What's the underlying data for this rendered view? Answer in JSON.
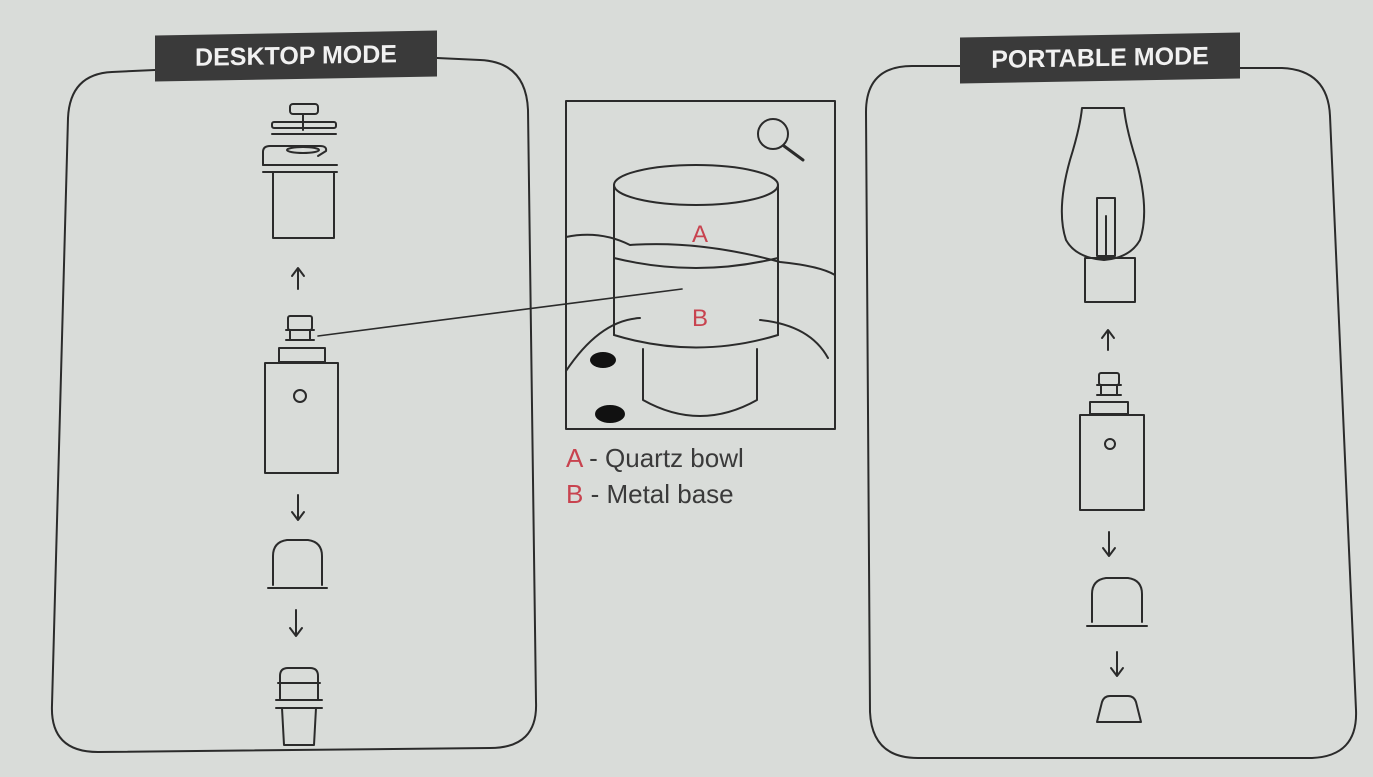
{
  "desktop_mode": {
    "title": "DESKTOP MODE",
    "parts": [
      "carb-cap-icon",
      "bowl-icon",
      "battery-icon",
      "adapter-icon",
      "water-bubbler-icon"
    ]
  },
  "portable_mode": {
    "title": "PORTABLE MODE",
    "parts": [
      "glass-bubbler-icon",
      "battery-icon",
      "adapter-icon",
      "cap-icon"
    ]
  },
  "zoom_detail": {
    "icon": "magnifier-icon",
    "label_a": "A",
    "label_b": "B"
  },
  "legend": [
    {
      "key": "A",
      "text": "- Quartz bowl"
    },
    {
      "key": "B",
      "text": "- Metal base"
    }
  ],
  "colors": {
    "background": "#d9dcd9",
    "line": "#2b2b2b",
    "label_bg": "#3a3a3a",
    "label_text": "#f1f1f1",
    "accent_red": "#c8434f"
  }
}
